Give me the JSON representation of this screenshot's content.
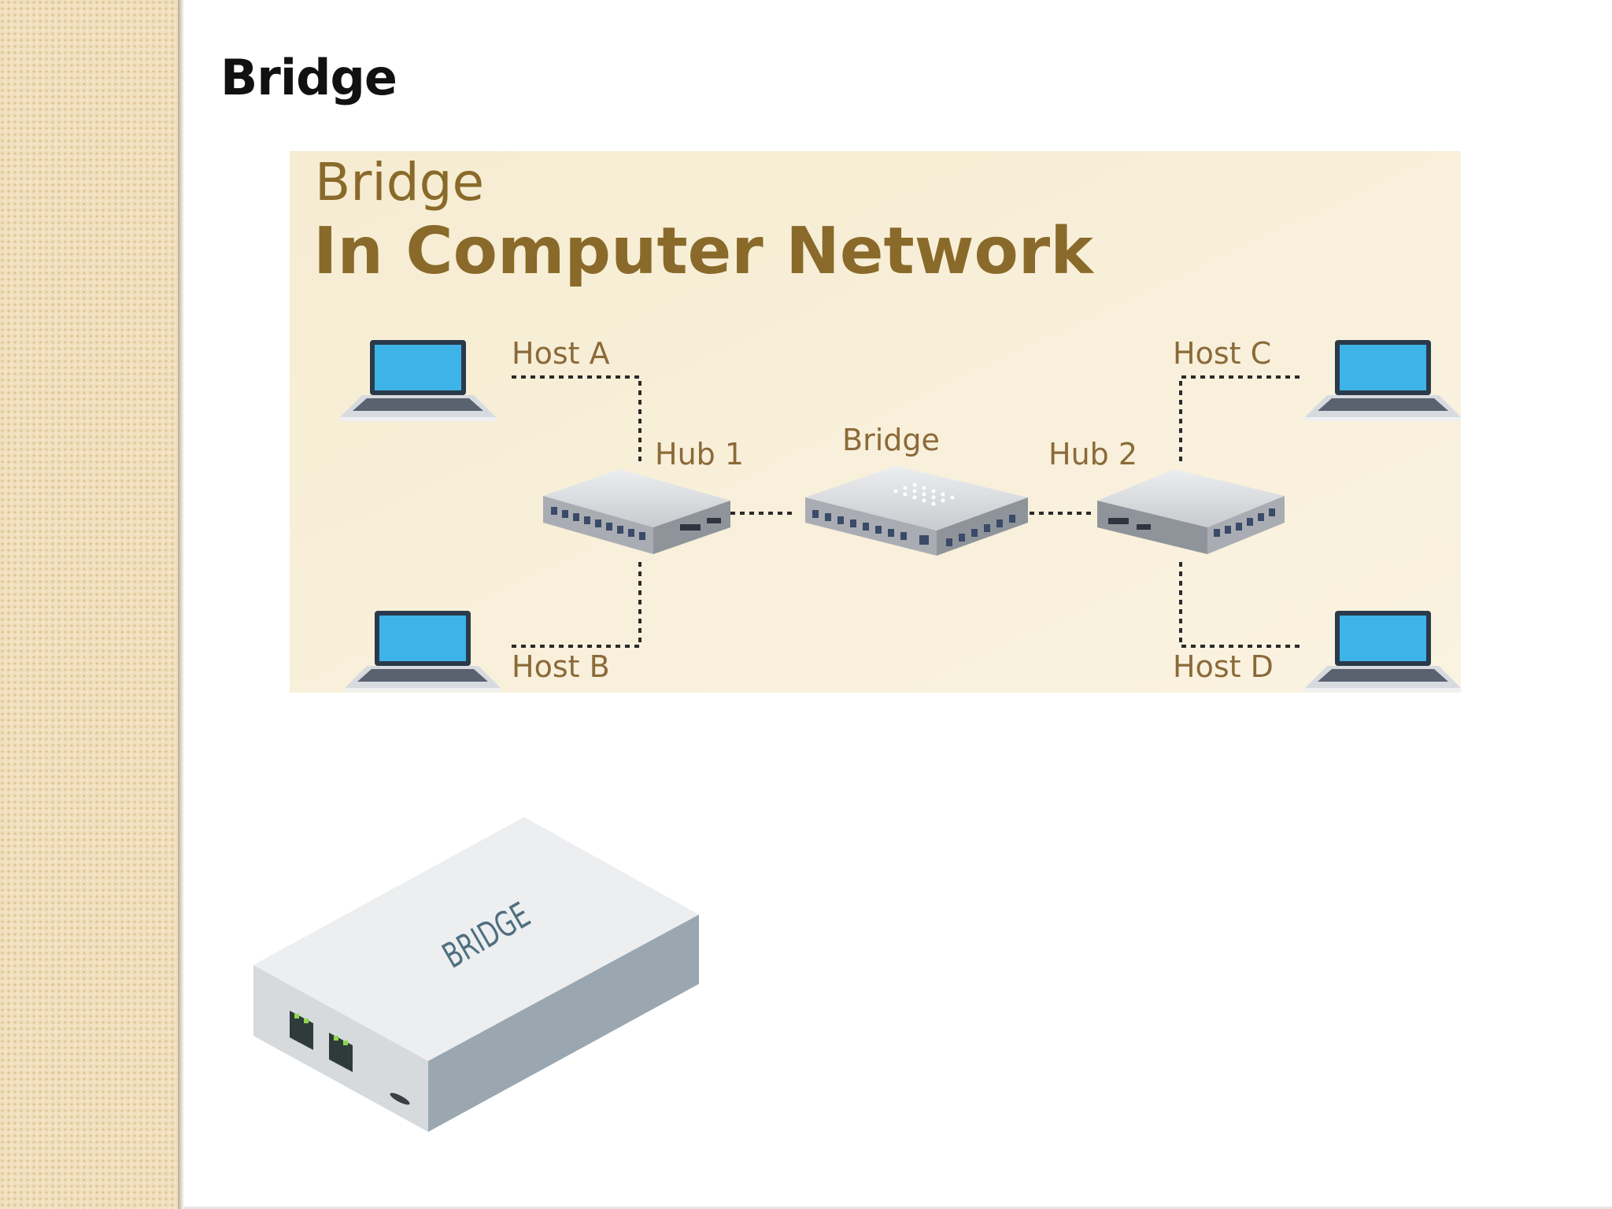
{
  "slide": {
    "title": "Bridge"
  },
  "diagram": {
    "heading_line1": "Bridge",
    "heading_line2": "In Computer Network",
    "hosts": {
      "a": "Host A",
      "b": "Host B",
      "c": "Host C",
      "d": "Host D"
    },
    "hub1": "Hub 1",
    "hub2": "Hub 2",
    "bridge": "Bridge"
  },
  "device": {
    "label": "BRIDGE"
  },
  "colors": {
    "panel_bg": "#f8f0d8",
    "heading_brown": "#8a6a2a",
    "label_brown": "#8b6a39",
    "screen_blue": "#3db3e8",
    "device_gray": "#c9ccd0"
  }
}
